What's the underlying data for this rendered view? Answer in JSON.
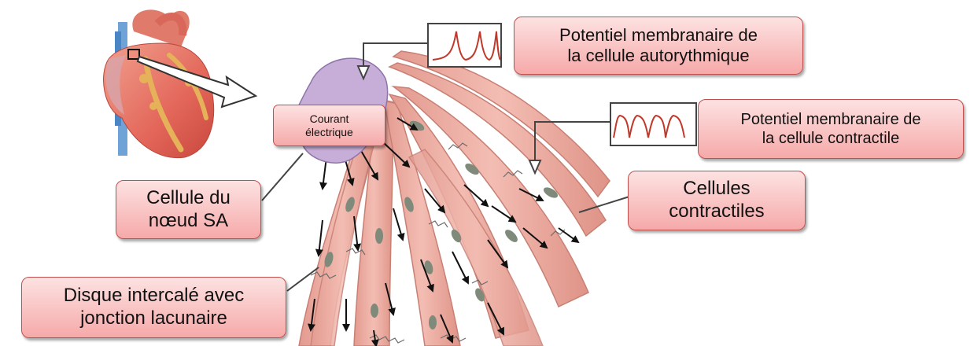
{
  "labels": {
    "sa_membrane_potential": [
      "Potentiel membranaire de",
      "la cellule autorythmique"
    ],
    "contractile_membrane_potential": [
      "Potentiel membranaire de",
      "la cellule contractile"
    ],
    "electric_current": [
      "Courant",
      "électrique"
    ],
    "sa_node_cell": [
      "Cellule du",
      "nœud SA"
    ],
    "contractile_cells": [
      "Cellules",
      "contractiles"
    ],
    "intercalated_disc": [
      "Disque intercalé avec",
      "jonction lacunaire"
    ]
  },
  "colors": {
    "callout_fill": "#f6a9a9",
    "callout_border": "#c0504d",
    "muscle_fiber": "#e9a59b",
    "nucleus": "#7f8a7a",
    "sa_cell": "#c7aed9",
    "trace": "#c0392b"
  }
}
